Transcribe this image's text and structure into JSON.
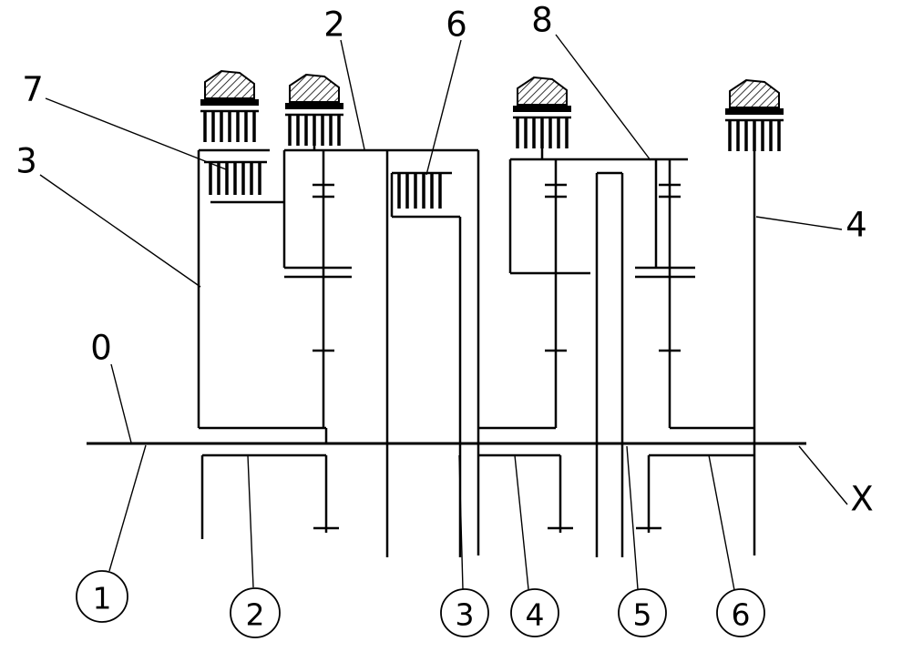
{
  "diagram": {
    "background_color": "#ffffff",
    "line_color": "#000000",
    "part_labels": {
      "p7": "7",
      "p3": "3",
      "p0": "0",
      "p2": "2",
      "p6": "6",
      "p8": "8",
      "p4": "4",
      "px": "X"
    },
    "callouts": [
      "1",
      "2",
      "3",
      "4",
      "5",
      "6"
    ]
  }
}
